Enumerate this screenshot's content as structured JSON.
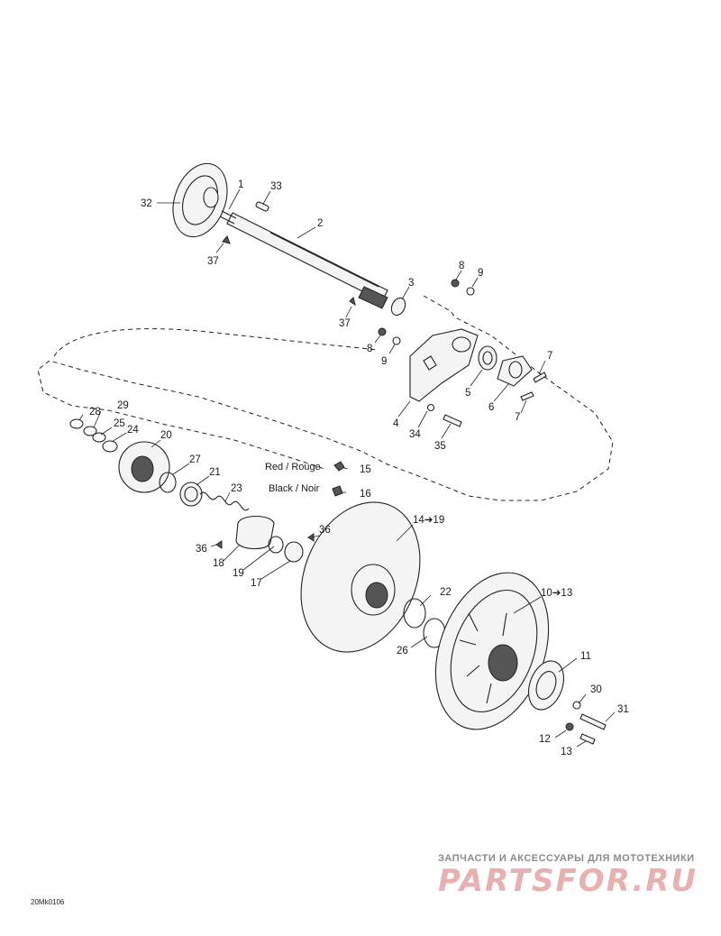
{
  "callouts": {
    "n1": "1",
    "n2": "2",
    "n3": "3",
    "n4": "4",
    "n5": "5",
    "n6": "6",
    "n7a": "7",
    "n7b": "7",
    "n8a": "8",
    "n8b": "8",
    "n9a": "9",
    "n9b": "9",
    "n10": "10➔13",
    "n11": "11",
    "n12": "12",
    "n13": "13",
    "n14": "14➔19",
    "n15": "15",
    "n16": "16",
    "n17": "17",
    "n18": "18",
    "n19": "19",
    "n20": "20",
    "n21": "21",
    "n22": "22",
    "n23": "23",
    "n24": "24",
    "n25": "25",
    "n26": "26",
    "n27": "27",
    "n28": "28",
    "n29": "29",
    "n30": "30",
    "n31": "31",
    "n32": "32",
    "n33": "33",
    "n34": "34",
    "n35": "35",
    "n36a": "36",
    "n36b": "36",
    "n37a": "37",
    "n37b": "37"
  },
  "color_refs": {
    "red": "Red / Rouge",
    "black": "Black / Noir"
  },
  "drawing_code": "20Mk0106",
  "watermark": {
    "tagline": "ЗАПЧАСТИ И АКСЕССУАРЫ ДЛЯ МОТОТЕХНИКИ",
    "logo": "PARTSFOR.RU",
    "color": "#e8b0b0"
  }
}
